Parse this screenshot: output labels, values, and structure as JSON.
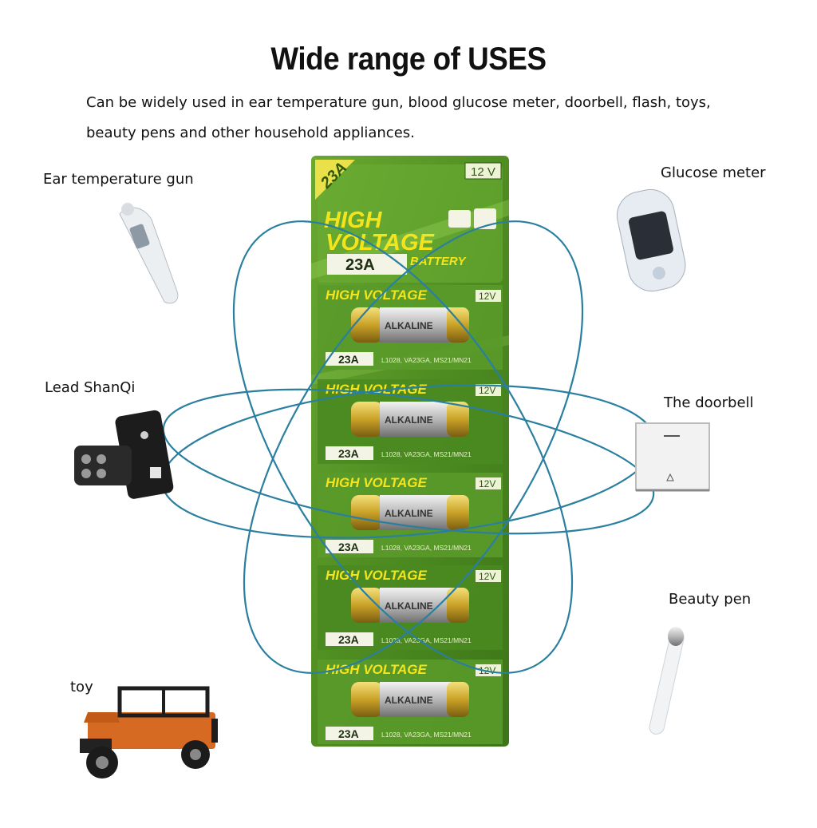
{
  "header": {
    "title": "Wide range of USES",
    "desc_line1": "Can be widely used in ear temperature gun, blood glucose meter, doorbell, flash, toys,",
    "desc_line2": "beauty pens and other household appliances."
  },
  "uses": {
    "ear_gun": "Ear temperature gun",
    "glucose": "Glucose meter",
    "lead": "Lead ShanQi",
    "doorbell": "The doorbell",
    "beauty_pen": "Beauty pen",
    "toy": "toy"
  },
  "pack": {
    "corner_tag": "23A",
    "voltage_tag": "12 V",
    "brand_line1": "HIGH",
    "brand_line2": "VOLTAGE",
    "model": "23A",
    "battery_word": "BATTERY",
    "cell_header": "HIGH VOLTAGE",
    "cell_voltage": "12V",
    "cell_model": "23A",
    "cell_label": "ALKALINE",
    "cell_codes": "L1028, VA23GA, MS21/MN21"
  },
  "colors": {
    "pack_green": "#5d9a2a",
    "pack_dark": "#3f7a1c",
    "orbit_blue": "#2a7fa0",
    "battery_gold": "#c9a227"
  }
}
